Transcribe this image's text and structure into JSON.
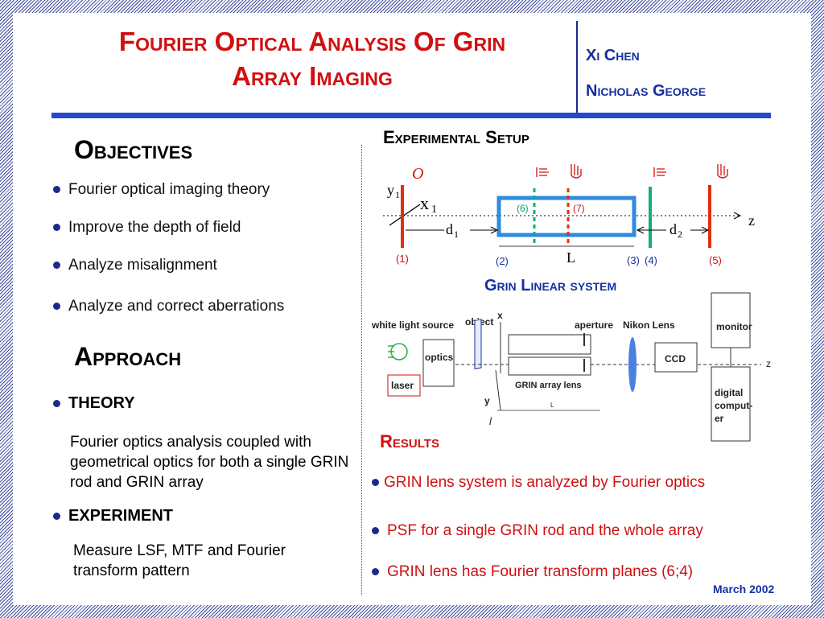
{
  "title": {
    "line1": "Fourier Optical Analysis Of Grin",
    "line2": "Array Imaging"
  },
  "authors": [
    "Xi Chen",
    "Nicholas George"
  ],
  "objectives": {
    "heading": "Objectives",
    "items": [
      "Fourier optical imaging theory",
      "Improve the depth of field",
      "Analyze misalignment",
      "Analyze and correct aberrations"
    ]
  },
  "approach": {
    "heading": "Approach",
    "theory": {
      "label": "THEORY",
      "text": "Fourier optics analysis coupled with geometrical optics for both a single GRIN rod and GRIN array"
    },
    "experiment": {
      "label": "EXPERIMENT",
      "text": "Measure LSF, MTF and Fourier transform pattern"
    }
  },
  "setup": {
    "heading": "Experimental Setup",
    "diagram_caption": "Grin Linear system",
    "labels": {
      "o": "O",
      "y": "y",
      "y_sub": "1",
      "x": "x",
      "x_sub": "1",
      "z": "z",
      "d1": "d",
      "d1_sub": "1",
      "d2": "d",
      "d2_sub": "2",
      "L": "L",
      "p1": "(1)",
      "p2": "(2)",
      "p3": "(3)",
      "p4": "(4)",
      "p5": "(5)",
      "p6": "(6)",
      "p7": "(7)"
    },
    "apparatus": {
      "white_light": "white light source",
      "object": "object",
      "aperture": "aperture",
      "nikon": "Nikon Lens",
      "monitor": "monitor",
      "optics": "optics",
      "ccd": "CCD",
      "laser": "laser",
      "grin": "GRIN array lens",
      "digital": [
        "digital",
        "comput-",
        "er"
      ],
      "x": "x",
      "y": "y",
      "z": "z",
      "l": "l",
      "L": "L"
    }
  },
  "results": {
    "heading": "Results",
    "items": [
      "GRIN lens system is analyzed by Fourier optics",
      "PSF for a single GRIN rod and the whole array",
      "GRIN lens has Fourier transform planes (6;4)"
    ]
  },
  "date": "March 2002",
  "colors": {
    "title": "#d01010",
    "accent": "#1530a0",
    "rule": "#2249d0"
  }
}
